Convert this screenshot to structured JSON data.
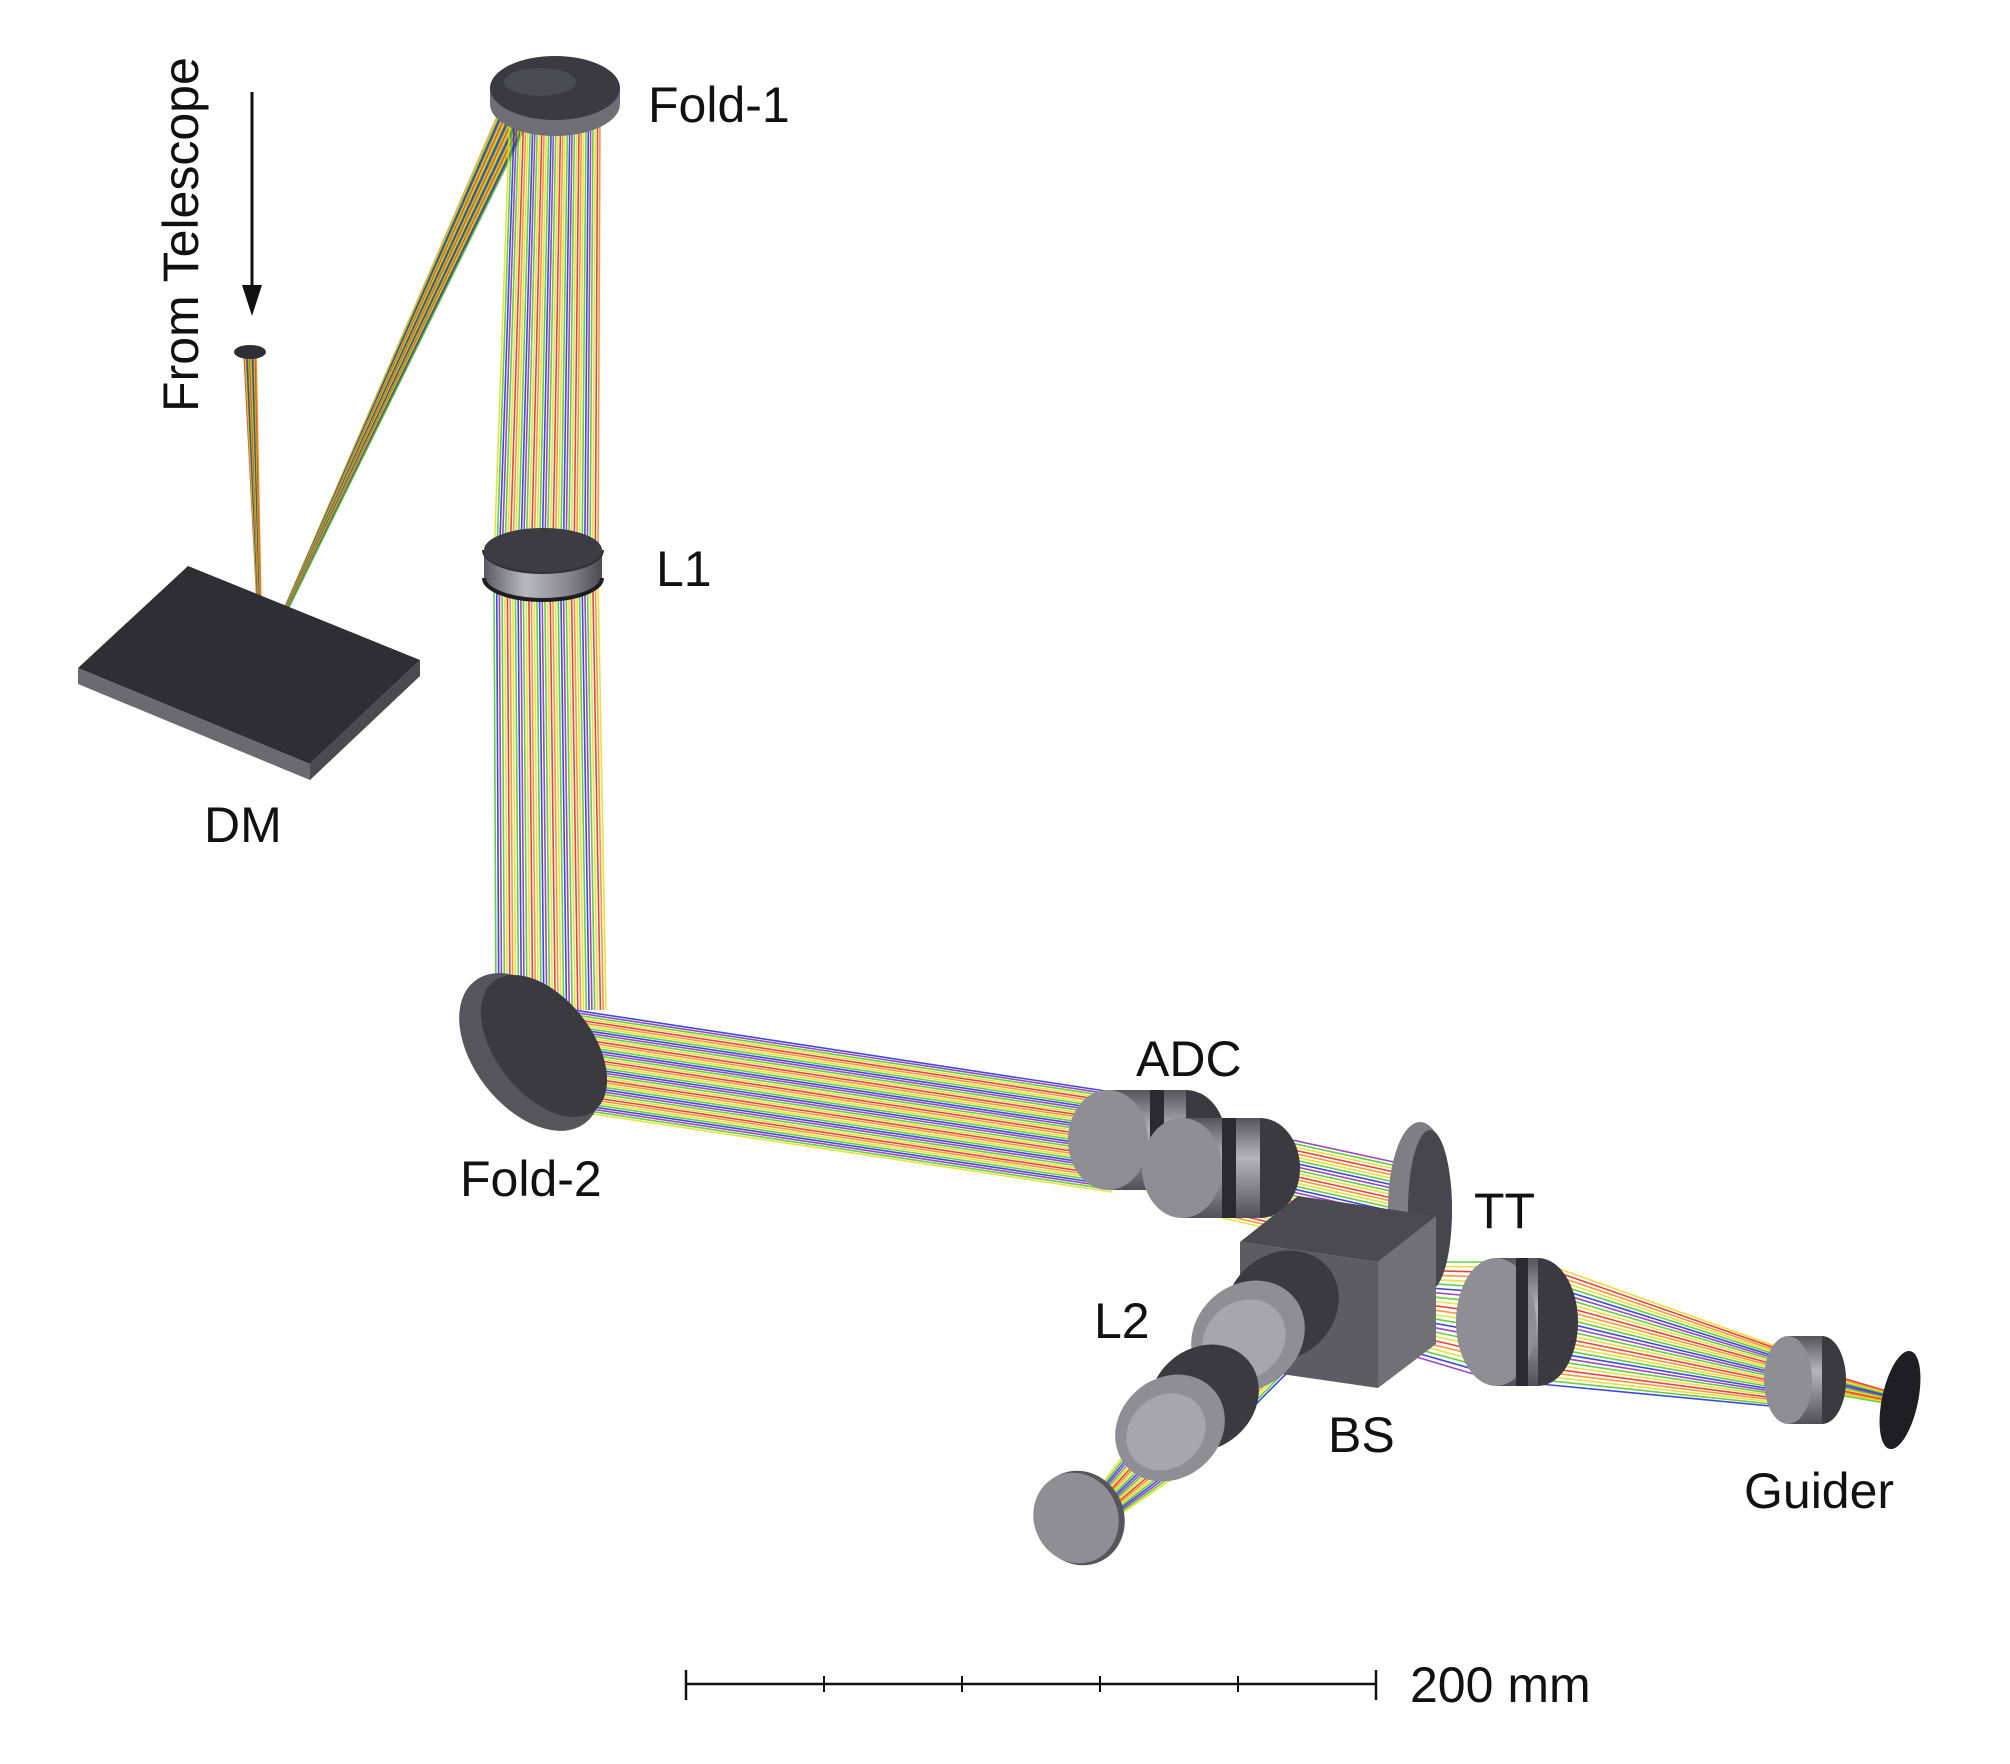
{
  "labels": {
    "source": "From Telescope",
    "fold1": "Fold-1",
    "l1": "L1",
    "dm": "DM",
    "fold2": "Fold-2",
    "adc": "ADC",
    "tt": "TT",
    "l2": "L2",
    "bs": "BS",
    "guider": "Guider"
  },
  "scale_bar": {
    "label": "200 mm"
  },
  "colors": {
    "element_dark": "#3a3a40",
    "element_mid": "#8c8c92",
    "element_light": "#b4b4ba",
    "ray_red": "#e0241c",
    "ray_orange": "#f08a14",
    "ray_yellow": "#e6dc1e",
    "ray_green": "#46c81e",
    "ray_blue": "#1e28d2",
    "ray_purple": "#8c28b4"
  }
}
